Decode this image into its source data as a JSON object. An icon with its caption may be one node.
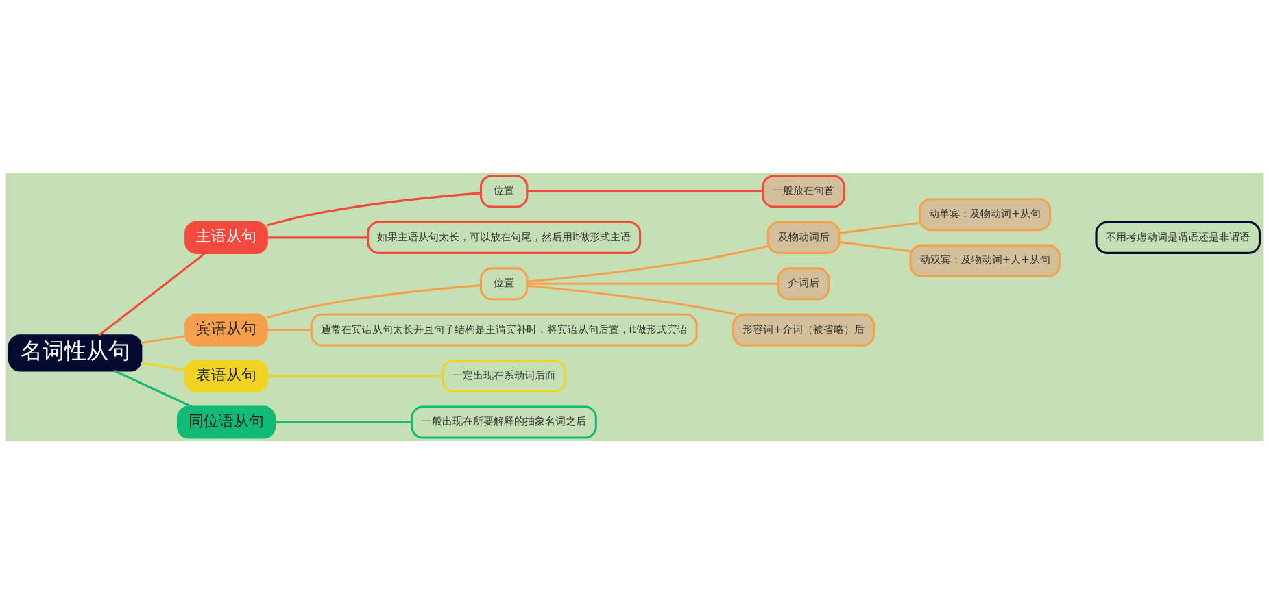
{
  "diagram": {
    "nodes": [
      {
        "text": [
          "名词性从句"
        ]
      },
      {
        "text": [
          "主语从句"
        ]
      },
      {
        "text": [
          "位置"
        ]
      },
      {
        "text": [
          "一般放在句首"
        ]
      },
      {
        "text": [
          "如果主语从句太长，可以放在句尾，然后用it做形式主语"
        ]
      },
      {
        "text": [
          "宾语从句"
        ]
      },
      {
        "text": [
          "位置"
        ]
      },
      {
        "text": [
          "及物动词后"
        ]
      },
      {
        "text": [
          "动单宾：及物动词+从句"
        ]
      },
      {
        "text": [
          "动双宾：及物动词+人+从句"
        ]
      },
      {
        "text": [
          "不用考虑动词是谓语还是非谓语"
        ]
      },
      {
        "text": [
          "介词后"
        ]
      },
      {
        "text": [
          "形容词+介词（被省略）后"
        ]
      },
      {
        "text": [
          "通常在宾语从句太长并且句子结构是主谓宾补时，将宾语从句后置，it做形式宾语"
        ]
      },
      {
        "text": [
          "表语从句"
        ]
      },
      {
        "text": [
          "一定出现在系动词后面"
        ]
      },
      {
        "text": [
          "同位语从句"
        ]
      },
      {
        "text": [
          "一般出现在所要解释的抽象名词之后"
        ]
      }
    ],
    "edges": [
      {
        "from": 0,
        "to": 1,
        "arrow": "none",
        "color": "#f44a3e"
      },
      {
        "from": 0,
        "to": 5,
        "arrow": "none"
      },
      {
        "from": 0,
        "to": 14,
        "arrow": "none",
        "color": "#f0d323"
      },
      {
        "from": 0,
        "to": 16,
        "arrow": "none",
        "color": "#12bb75"
      },
      {
        "from": 1,
        "to": 2,
        "arrow": "none",
        "color": "#f44a3e"
      },
      {
        "from": 2,
        "to": 3,
        "arrow": "none",
        "color": "#f44a3e"
      },
      {
        "from": 1,
        "to": 4,
        "arrow": "none",
        "color": "#f44a3e"
      },
      {
        "from": 5,
        "to": 6,
        "arrow": "none"
      },
      {
        "from": 6,
        "to": 7,
        "arrow": "none"
      },
      {
        "from": 7,
        "to": 8,
        "arrow": "none"
      },
      {
        "from": 7,
        "to": 9,
        "arrow": "none"
      },
      {
        "from": 6,
        "to": 11,
        "arrow": "none"
      },
      {
        "from": 6,
        "to": 12,
        "arrow": "none"
      },
      {
        "from": 5,
        "to": 13,
        "arrow": "none"
      },
      {
        "from": 14,
        "to": 15,
        "arrow": "none",
        "color": "#f0d323"
      },
      {
        "from": 16,
        "to": 17,
        "arrow": "none",
        "color": "#12bb75"
      }
    ]
  }
}
